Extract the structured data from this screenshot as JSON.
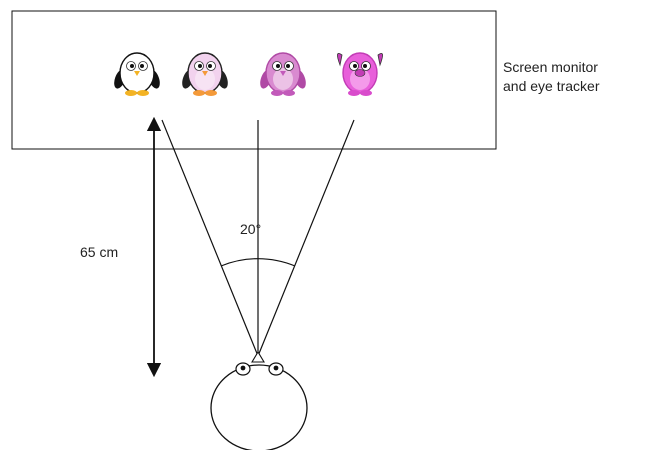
{
  "labels": {
    "screen_line1": "Screen monitor",
    "screen_line2": "and eye tracker",
    "distance": "65 cm",
    "angle": "20°"
  },
  "stimuli": [
    {
      "name": "penguin-1",
      "body": "#ffffff",
      "belly": "#ffffff",
      "dark": "#111111",
      "feet": "#f3b324"
    },
    {
      "name": "penguin-2",
      "body": "#f2d2ee",
      "belly": "#f7e3f4",
      "dark": "#222222",
      "feet": "#f49a3a"
    },
    {
      "name": "penguin-3",
      "body": "#d98ad0",
      "belly": "#ecc2e6",
      "dark": "#b04aa5",
      "feet": "#c25aba"
    },
    {
      "name": "pig-4",
      "body": "#e85fda",
      "belly": "#f49aea",
      "dark": "#c23cb5",
      "feet": "#d94ccc"
    }
  ],
  "colors": {
    "stroke": "#111111",
    "background": "#ffffff"
  }
}
